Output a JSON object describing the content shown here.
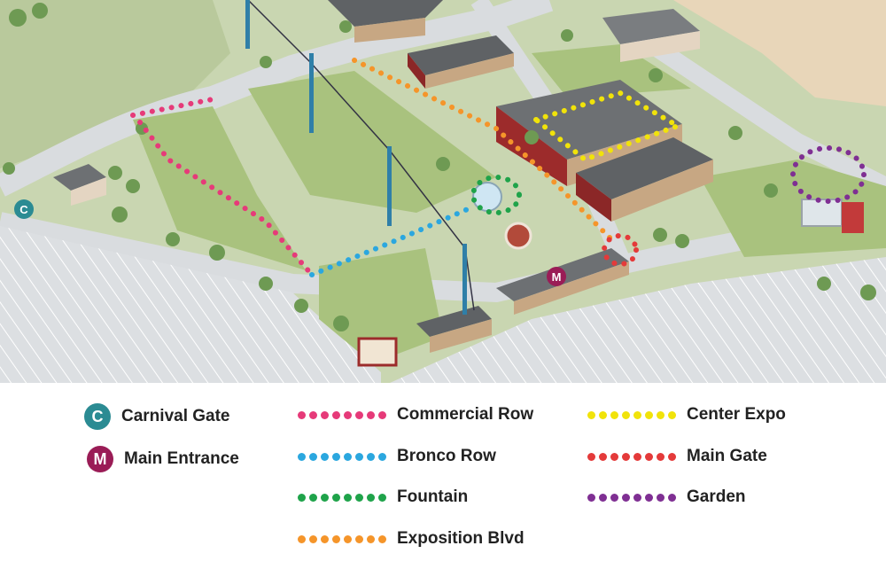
{
  "colors": {
    "commercial": "#e63a79",
    "bronco": "#2ba7df",
    "fountain": "#1fa34a",
    "exposition": "#f5952a",
    "center": "#f1e30a",
    "maingate": "#e43a3a",
    "garden": "#7f2f93",
    "carnival_badge": "#2b8b93",
    "main_badge": "#9a1c56"
  },
  "markers": {
    "carnival_letter": "C",
    "main_letter": "M"
  },
  "legend": {
    "carnival": "Carnival Gate",
    "main_entrance": "Main Entrance",
    "commercial": "Commercial Row",
    "bronco": "Bronco Row",
    "fountain": "Fountain",
    "exposition": "Exposition Blvd",
    "center": "Center Expo",
    "maingate": "Main Gate",
    "garden": "Garden"
  }
}
